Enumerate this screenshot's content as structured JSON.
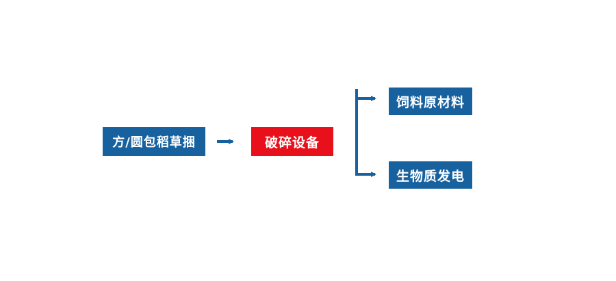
{
  "diagram": {
    "description": "straw bale processing flow chart",
    "nodes": {
      "source": {
        "label": "方/圆包稻草捆"
      },
      "process": {
        "label": "破碎设备"
      },
      "output_top": {
        "label": "饲料原材料"
      },
      "output_bottom": {
        "label": "生物质发电"
      }
    },
    "colors": {
      "node_blue": "#17619f",
      "node_red": "#e8101a",
      "arrow": "#17619f",
      "text": "#ffffff",
      "background": "#ffffff"
    }
  }
}
